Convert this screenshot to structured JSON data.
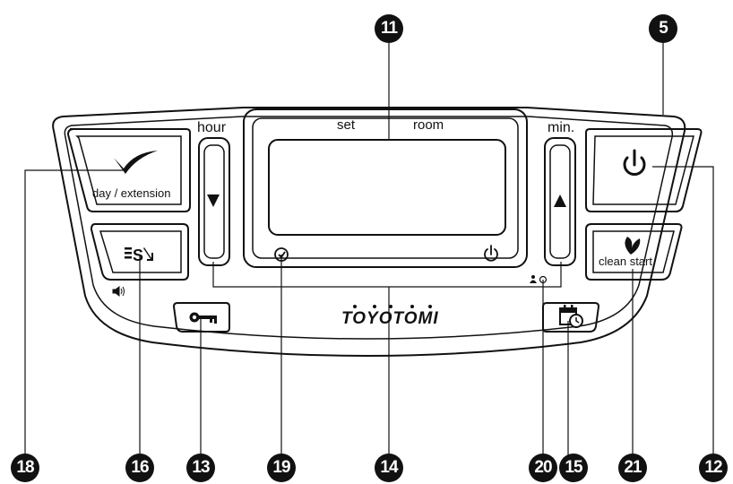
{
  "display": {
    "set_label": "set",
    "room_label": "room"
  },
  "labels": {
    "hour": "hour",
    "min": "min."
  },
  "buttons": {
    "day_extension": "day / extension",
    "clean_start": "clean start"
  },
  "brand": "TOYOTOMI",
  "callouts": {
    "c5": "5",
    "c11": "11",
    "c12": "12",
    "c13": "13",
    "c14": "14",
    "c15": "15",
    "c16": "16",
    "c18": "18",
    "c19": "19",
    "c20": "20",
    "c21": "21"
  }
}
